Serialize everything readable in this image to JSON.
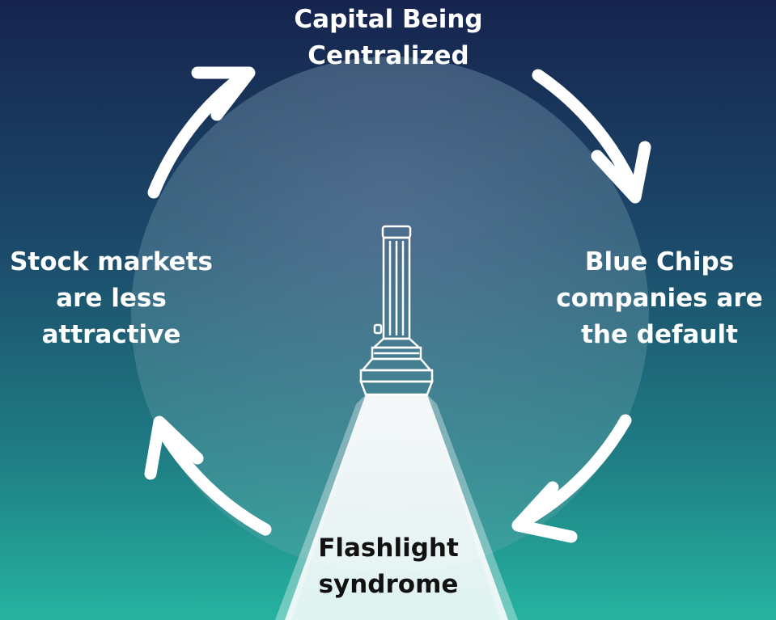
{
  "cycle": {
    "top": "Capital Being\nCentralized",
    "right": "Blue Chips\ncompanies are\nthe default",
    "bottom": "Flashlight\nsyndrome",
    "left": "Stock markets\nare less\nattractive"
  },
  "icons": [
    "flashlight-icon",
    "arrow-icon"
  ],
  "colors": {
    "bg_top": "#16244e",
    "bg_bottom": "#26b3a0",
    "arrow": "#ffffff",
    "beam": "#ffffff"
  }
}
